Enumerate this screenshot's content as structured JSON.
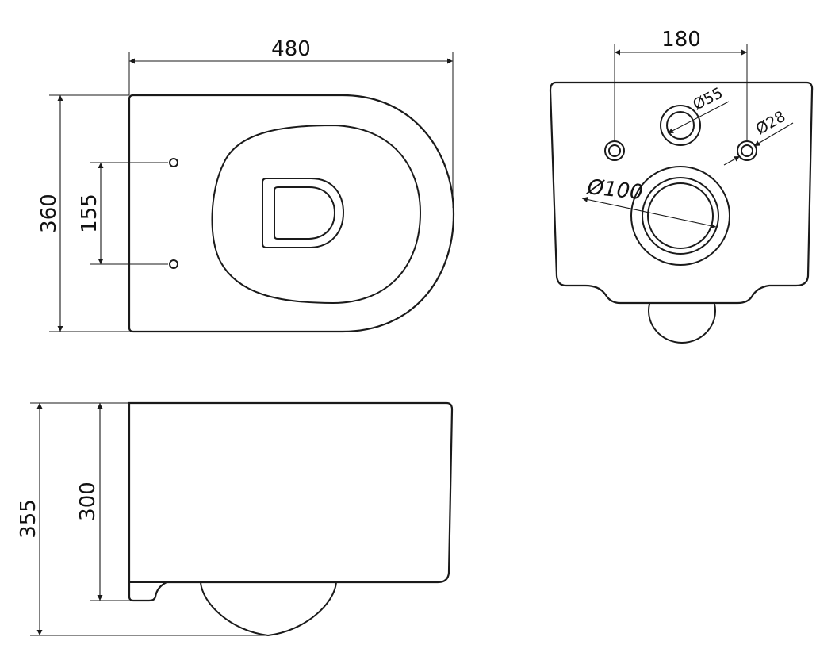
{
  "dimensions": {
    "top_width": "480",
    "top_depth": "360",
    "top_fixing_spacing": "155",
    "rear_fixing_spacing": "180",
    "rear_inlet_diameter": "Ø55",
    "rear_bolt_diameter": "Ø28",
    "rear_outlet_diameter": "Ø100",
    "side_overall_height": "355",
    "side_bowl_height": "300"
  },
  "colors": {
    "stroke": "#1a1a1a",
    "background": "#ffffff"
  }
}
